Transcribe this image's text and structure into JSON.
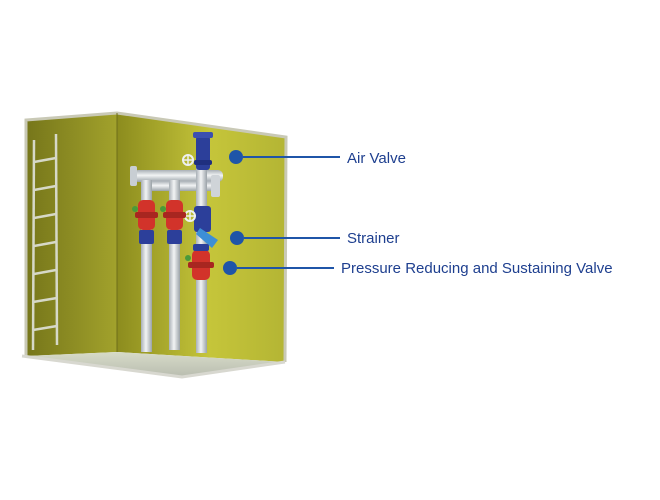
{
  "colors": {
    "label_text": "#1e3f8f",
    "callout": "#1f55a8",
    "chamber_wall": "#cccc3c",
    "pipe": "#dfe3e6",
    "valve_red": "#d2332a",
    "valve_blue": "#2c3f9a"
  },
  "callouts": [
    {
      "label": "Air Valve"
    },
    {
      "label": "Strainer"
    },
    {
      "label": "Pressure Reducing and Sustaining Valve"
    }
  ]
}
